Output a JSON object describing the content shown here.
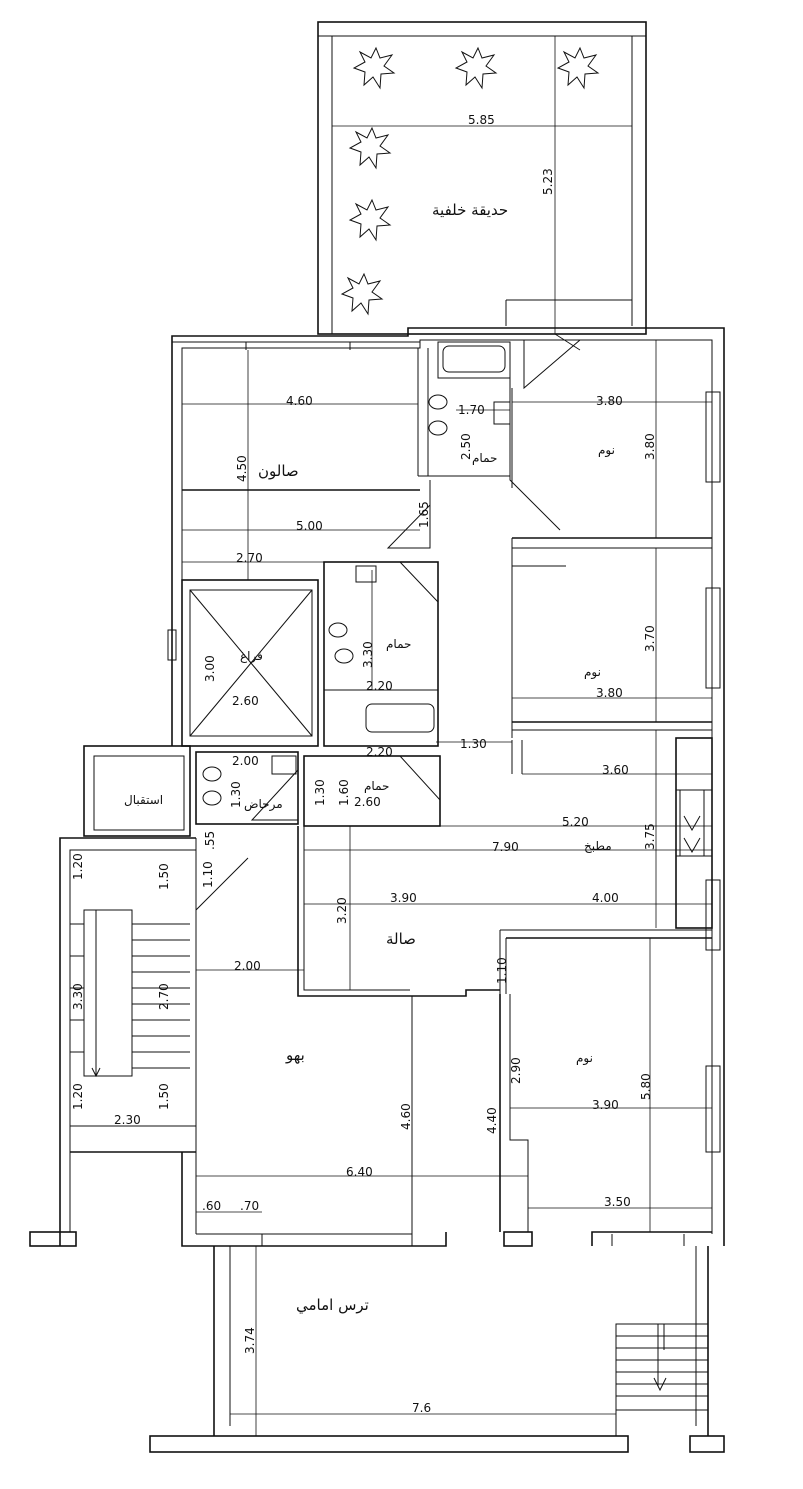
{
  "labels": {
    "back_garden": "حديقة خلفية",
    "front_terrace": "ترس امامي",
    "living_room": "صالون",
    "salle": "صالة",
    "kitchen": "مطبخ",
    "bedroom_1": "نوم",
    "bedroom_2": "نوم",
    "bedroom_3": "نوم",
    "hall": "بهو",
    "reception": "استقبال",
    "bath_1": "حمام",
    "bath_2": "حمام",
    "bath_3": "حمام",
    "wc": "مرحاض",
    "void": "فراغ"
  },
  "dims": {
    "d585": "5.85",
    "d523": "5.23",
    "d460a": "4.60",
    "d450": "4.50",
    "d500": "5.00",
    "d170": "1.70",
    "d250a": "2.50",
    "d380a": "3.80",
    "d380b": "3.80",
    "d165": "1.65",
    "d270a": "2.70",
    "d300": "3.00",
    "d260a": "2.60",
    "d330": "3.30",
    "d220a": "2.20",
    "d370": "3.70",
    "d380c": "3.80",
    "d220b": "2.20",
    "d130a": "1.30",
    "d200a": "2.00",
    "d360": "3.60",
    "d130b": "1.30",
    "d160": "1.60",
    "d260b": "2.60",
    "d130c": "1.30",
    "d520": "5.20",
    "d375": "3.75",
    "d055": ".55",
    "d790": "7.90",
    "d120a": "1.20",
    "d150a": "1.50",
    "d110a": "1.10",
    "d320": "3.20",
    "d390a": "3.90",
    "d400": "4.00",
    "d200b": "2.00",
    "d110b": "1.10",
    "d330b": "3.30",
    "d270b": "2.70",
    "d290": "2.90",
    "d580": "5.80",
    "d460b": "4.60",
    "d440": "4.40",
    "d390b": "3.90",
    "d120b": "1.20",
    "d150b": "1.50",
    "d230": "2.30",
    "d640": "6.40",
    "d350": "3.50",
    "d060": ".60",
    "d070": ".70",
    "d374": "3.74",
    "d76": "7.6"
  }
}
